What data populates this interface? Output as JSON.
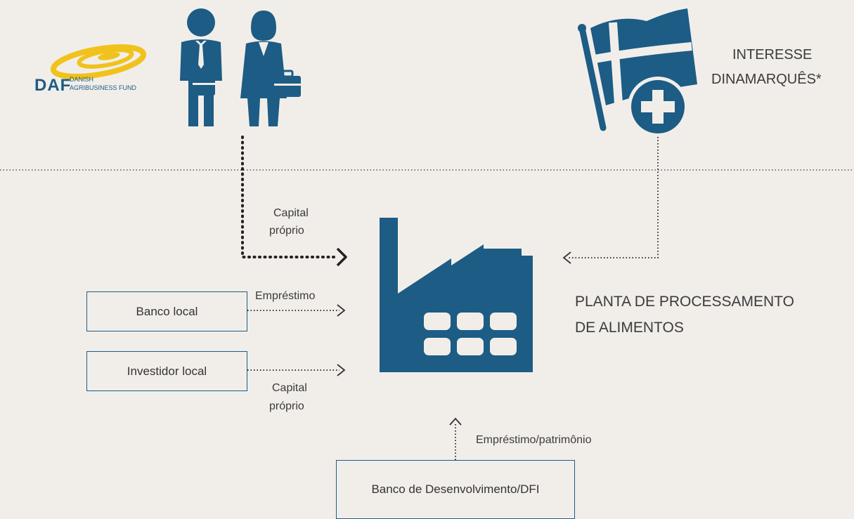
{
  "logo": {
    "wordmark": "DAF",
    "line1": "DANISH",
    "line2": "AGRIBUSINESS FUND"
  },
  "danish_interest": {
    "line1": "INTERESSE",
    "line2": "DINAMARQUÊS*"
  },
  "factory": {
    "line1": "PLANTA DE PROCESSAMENTO",
    "line2": "DE ALIMENTOS"
  },
  "flows": {
    "top_equity_line1": "Capital",
    "top_equity_line2": "próprio",
    "bank_loan": "Empréstimo",
    "investor_equity_line1": "Capital",
    "investor_equity_line2": "próprio",
    "dfi_flow": "Empréstimo/patrimônio"
  },
  "boxes": {
    "local_bank": "Banco local",
    "local_investor": "Investidor local",
    "dfi": "Banco de Desenvolvimento/DFI"
  },
  "colors": {
    "primary": "#1d5c84",
    "logo_yellow": "#f1c21c",
    "background": "#f1eeea"
  }
}
